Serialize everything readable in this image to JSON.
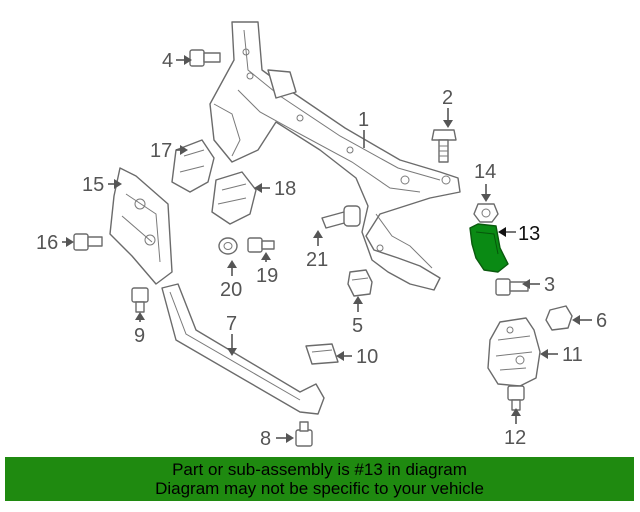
{
  "callouts": {
    "c1": "1",
    "c2": "2",
    "c3": "3",
    "c4": "4",
    "c5": "5",
    "c6": "6",
    "c7": "7",
    "c8": "8",
    "c9": "9",
    "c10": "10",
    "c11": "11",
    "c12": "12",
    "c13": "13",
    "c14": "14",
    "c15": "15",
    "c16": "16",
    "c17": "17",
    "c18": "18",
    "c19": "19",
    "c20": "20",
    "c21": "21"
  },
  "highlighted_part": "13",
  "colors": {
    "highlight": "#0a8a14",
    "banner": "#1f8a10",
    "line": "#555555"
  },
  "banner": {
    "line1": "Part or sub-assembly is #13 in diagram",
    "line2": "Diagram may not be specific to your vehicle"
  }
}
